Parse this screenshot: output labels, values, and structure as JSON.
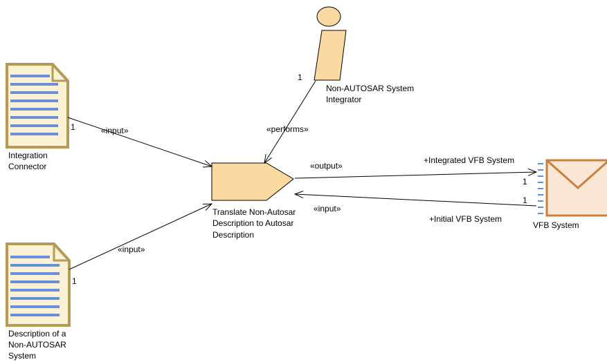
{
  "elements": {
    "integrator": {
      "line1": "Non-AUTOSAR System",
      "line2": "Integrator"
    },
    "integration_connector": {
      "line1": "Integration",
      "line2": "Connector"
    },
    "description": {
      "line1": "Description of a",
      "line2": "Non-AUTOSAR",
      "line3": "System"
    },
    "task": {
      "line1": "Translate Non-Autosar",
      "line2": "Description to Autosar",
      "line3": "Description"
    },
    "vfb_system": {
      "name": "VFB System"
    }
  },
  "relations": {
    "performs": {
      "stereotype": "«performs»",
      "multiplicity": "1"
    },
    "input_connector": {
      "stereotype": "«input»",
      "multiplicity": "1"
    },
    "input_description": {
      "stereotype": "«input»",
      "multiplicity": "1"
    },
    "output_vfb": {
      "stereotype": "«output»",
      "role": "+Integrated VFB System",
      "multiplicity": "1"
    },
    "input_vfb": {
      "stereotype": "«input»",
      "role": "+Initial VFB System",
      "multiplicity": "1"
    }
  },
  "colors": {
    "role_fill": "#fbd9a0",
    "role_stroke": "#000000",
    "doc_fill": "#fbf1d5",
    "doc_stroke": "#b39a56",
    "doc_lines": "#6a8fd8",
    "artifact_fill": "#f9e6d7",
    "artifact_stroke": "#c98038",
    "port_marks": "#5b8fd0"
  }
}
